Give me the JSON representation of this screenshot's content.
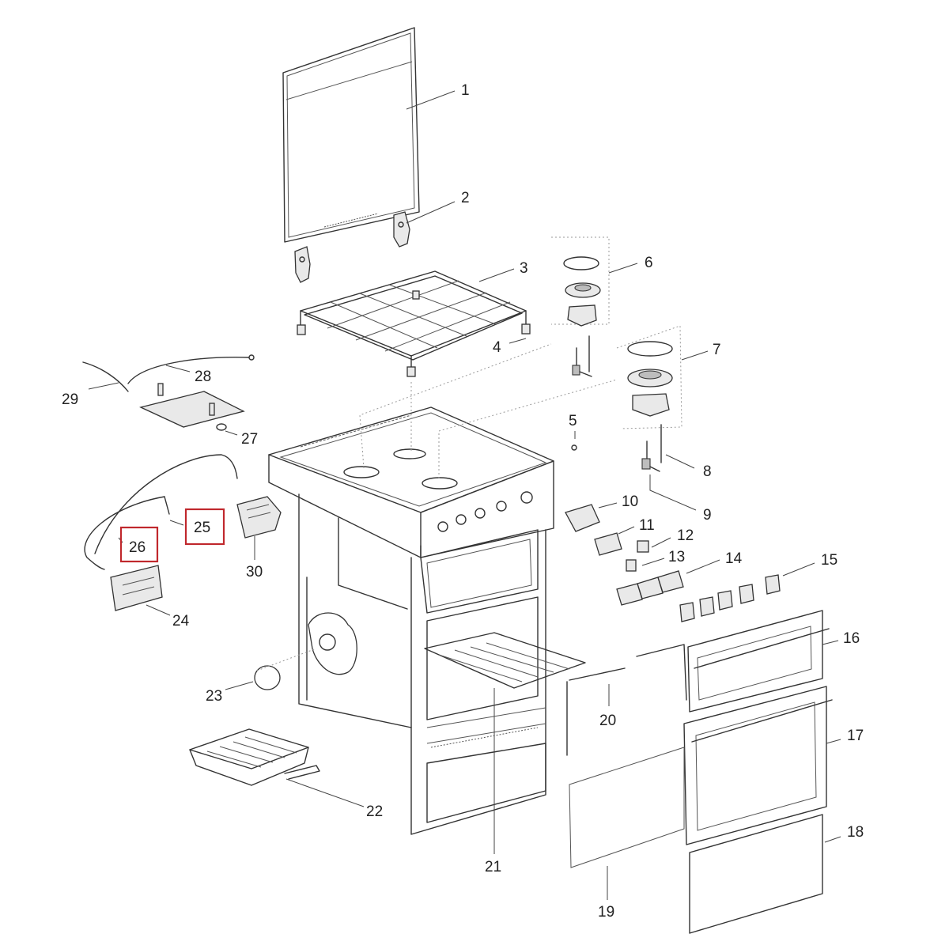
{
  "diagram": {
    "highlight_color": "#c0282d",
    "callouts": [
      {
        "id": "1",
        "label": "1"
      },
      {
        "id": "2",
        "label": "2"
      },
      {
        "id": "3",
        "label": "3"
      },
      {
        "id": "4",
        "label": "4"
      },
      {
        "id": "5",
        "label": "5"
      },
      {
        "id": "6",
        "label": "6"
      },
      {
        "id": "7",
        "label": "7"
      },
      {
        "id": "8",
        "label": "8"
      },
      {
        "id": "9",
        "label": "9"
      },
      {
        "id": "10",
        "label": "10"
      },
      {
        "id": "11",
        "label": "11"
      },
      {
        "id": "12",
        "label": "12"
      },
      {
        "id": "13",
        "label": "13"
      },
      {
        "id": "14",
        "label": "14"
      },
      {
        "id": "15",
        "label": "15"
      },
      {
        "id": "16",
        "label": "16"
      },
      {
        "id": "17",
        "label": "17"
      },
      {
        "id": "18",
        "label": "18"
      },
      {
        "id": "19",
        "label": "19"
      },
      {
        "id": "20",
        "label": "20"
      },
      {
        "id": "21",
        "label": "21"
      },
      {
        "id": "22",
        "label": "22"
      },
      {
        "id": "23",
        "label": "23"
      },
      {
        "id": "24",
        "label": "24"
      },
      {
        "id": "25",
        "label": "25",
        "highlighted": true
      },
      {
        "id": "26",
        "label": "26",
        "highlighted": true
      },
      {
        "id": "27",
        "label": "27"
      },
      {
        "id": "28",
        "label": "28"
      },
      {
        "id": "29",
        "label": "29"
      },
      {
        "id": "30",
        "label": "30"
      }
    ]
  }
}
